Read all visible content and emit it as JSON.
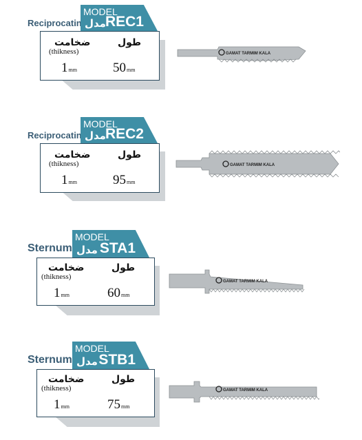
{
  "products": [
    {
      "type_label": "Reciprocating",
      "model_word": "MODEL",
      "model_fa": "مدل",
      "model_code": "REC1",
      "thickness_label_fa": "ضخامت",
      "thickness_label_en": "(thikness)",
      "length_label_fa": "طول",
      "thickness_value": "1",
      "thickness_unit": "mm",
      "length_value": "50",
      "length_unit": "mm",
      "blade_brand": "GAMAT TARMIM KALA"
    },
    {
      "type_label": "Reciprocating",
      "model_word": "MODEL",
      "model_fa": "مدل",
      "model_code": "REC2",
      "thickness_label_fa": "ضخامت",
      "thickness_label_en": "(thikness)",
      "length_label_fa": "طول",
      "thickness_value": "1",
      "thickness_unit": "mm",
      "length_value": "95",
      "length_unit": "mm",
      "blade_brand": "GAMAT TARMIM KALA"
    },
    {
      "type_label": "Sternum",
      "model_word": "MODEL",
      "model_fa": "مدل",
      "model_code": "STA1",
      "thickness_label_fa": "ضخامت",
      "thickness_label_en": "(thikness)",
      "length_label_fa": "طول",
      "thickness_value": "1",
      "thickness_unit": "mm",
      "length_value": "60",
      "length_unit": "mm",
      "blade_brand": "GAMAT TARMIM KALA"
    },
    {
      "type_label": "Sternum",
      "model_word": "MODEL",
      "model_fa": "مدل",
      "model_code": "STB1",
      "thickness_label_fa": "ضخامت",
      "thickness_label_en": "(thikness)",
      "length_label_fa": "طول",
      "thickness_value": "1",
      "thickness_unit": "mm",
      "length_value": "75",
      "length_unit": "mm",
      "blade_brand": "GAMAT TARMIM KALA"
    }
  ],
  "colors": {
    "accent": "#3f8fa6",
    "label": "#3b5e76",
    "blade": "#b9bdc0"
  },
  "icons": {
    "brand_logo": "gamat-logo-icon"
  }
}
